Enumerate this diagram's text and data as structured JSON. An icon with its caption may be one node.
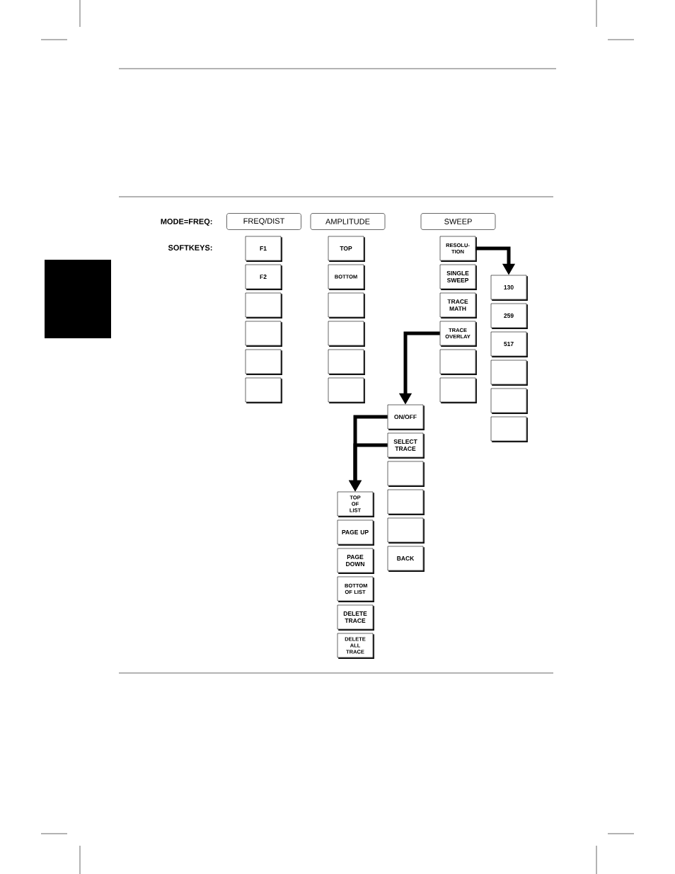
{
  "diagram": {
    "nodes": [
      {
        "text": [
          "FREQ/DIST"
        ]
      },
      {
        "text": [
          "AMPLITUDE"
        ]
      },
      {
        "text": [
          "SWEEP"
        ]
      },
      {
        "text": [
          "F1"
        ]
      },
      {
        "text": [
          "F2"
        ]
      },
      {
        "text": [],
        "shape": "box"
      },
      {
        "text": [],
        "shape": "box"
      },
      {
        "text": [],
        "shape": "box"
      },
      {
        "text": [],
        "shape": "box"
      },
      {
        "text": [
          "TOP"
        ]
      },
      {
        "text": [
          "BOTTOM"
        ]
      },
      {
        "text": [],
        "shape": "box"
      },
      {
        "text": [],
        "shape": "box"
      },
      {
        "text": [],
        "shape": "box"
      },
      {
        "text": [],
        "shape": "box"
      },
      {
        "text": [
          "RESOLU- TION"
        ]
      },
      {
        "text": [
          "SINGLE SWEEP"
        ]
      },
      {
        "text": [
          "TRACE MATH"
        ]
      },
      {
        "text": [
          "TRACE OVERLAY"
        ]
      },
      {
        "text": [],
        "shape": "box"
      },
      {
        "text": [],
        "shape": "box"
      },
      {
        "text": [
          "130"
        ]
      },
      {
        "text": [
          "259"
        ]
      },
      {
        "text": [
          "517"
        ]
      },
      {
        "text": [],
        "shape": "box"
      },
      {
        "text": [],
        "shape": "box"
      },
      {
        "text": [],
        "shape": "box"
      },
      {
        "text": [
          "ON/OFF"
        ]
      },
      {
        "text": [
          "SELECT TRACE"
        ]
      },
      {
        "text": [],
        "shape": "box"
      },
      {
        "text": [],
        "shape": "box"
      },
      {
        "text": [],
        "shape": "box"
      },
      {
        "text": [
          "BACK"
        ]
      },
      {
        "text": [
          "TOP OF LIST"
        ]
      },
      {
        "text": [
          "PAGE UP"
        ]
      },
      {
        "text": [
          "PAGE DOWN"
        ]
      },
      {
        "text": [
          "BOTTOM OF LIST"
        ]
      },
      {
        "text": [
          "DELETE TRACE"
        ]
      },
      {
        "text": [
          "DELETE ALL TRACE"
        ]
      }
    ],
    "edges": [
      {
        "from": 15,
        "to": 21,
        "arrow": "to"
      },
      {
        "from": 18,
        "to": 27,
        "arrow": "to"
      },
      {
        "from": 27,
        "to": 33,
        "arrow": "to"
      },
      {
        "from": 28,
        "to": 33,
        "arrow": "to"
      }
    ],
    "labels": [
      "MODE=FREQ:",
      "SOFTKEYS:"
    ]
  }
}
